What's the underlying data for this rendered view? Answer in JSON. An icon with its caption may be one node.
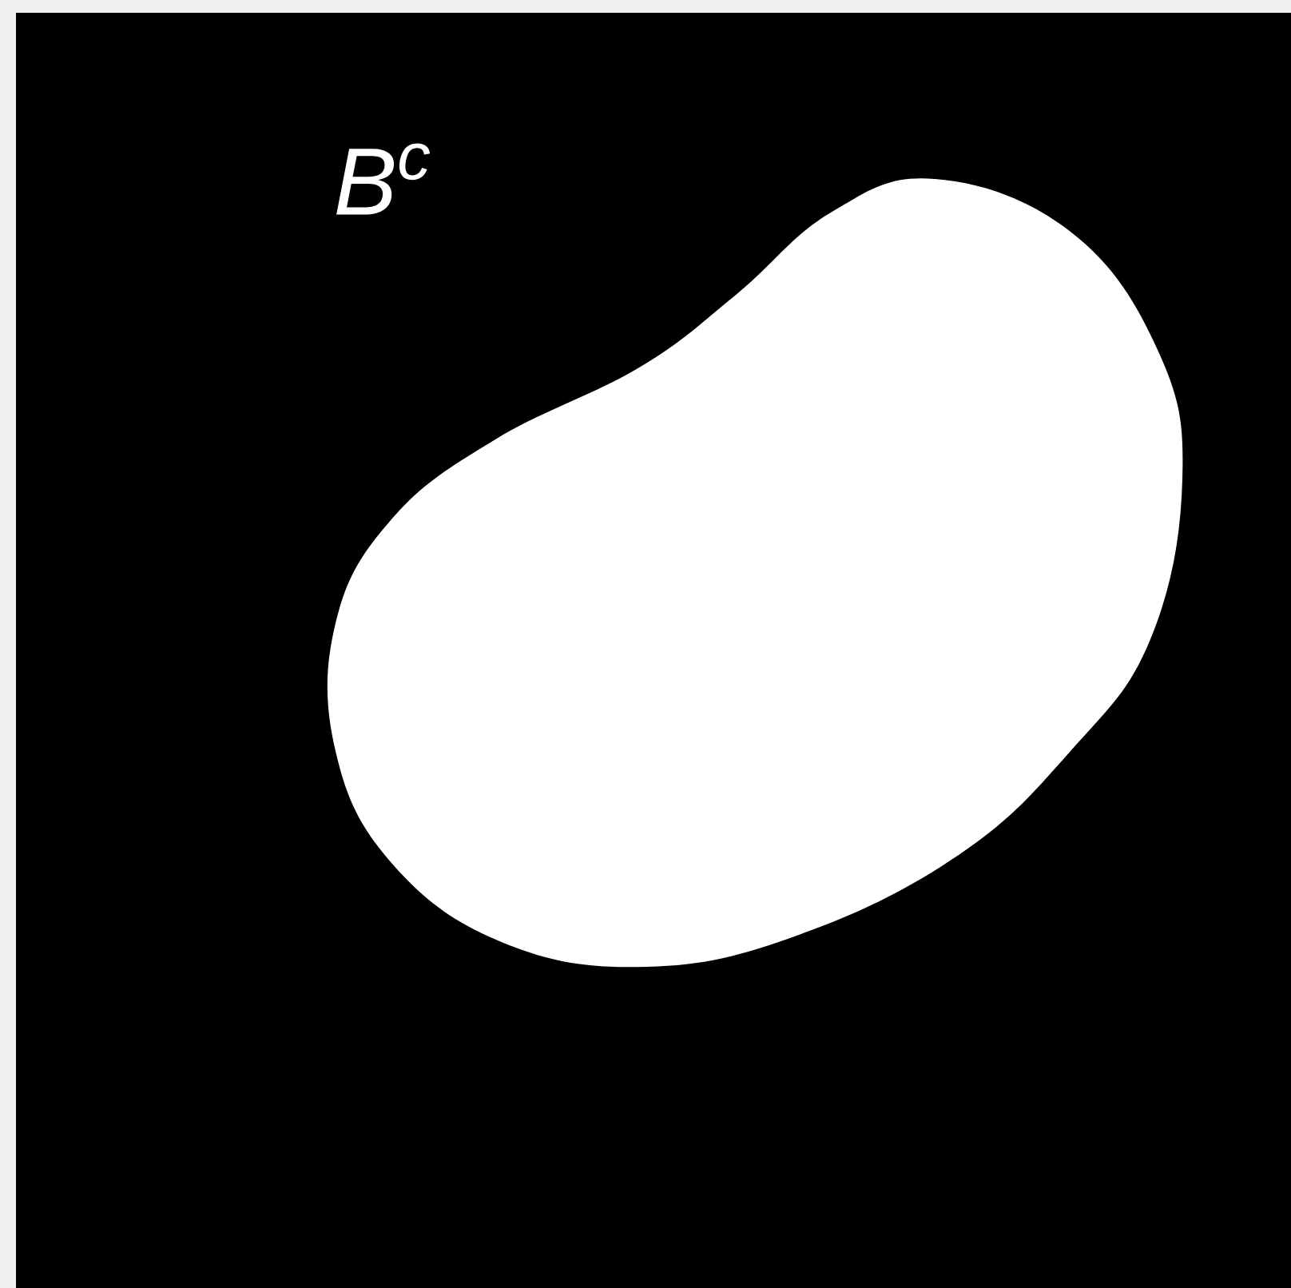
{
  "diagram": {
    "nodes": [
      {
        "text": [
          "B$^{c}$"
        ]
      },
      {
        "text": [],
        "shape": "blob",
        "in": 0
      }
    ]
  }
}
